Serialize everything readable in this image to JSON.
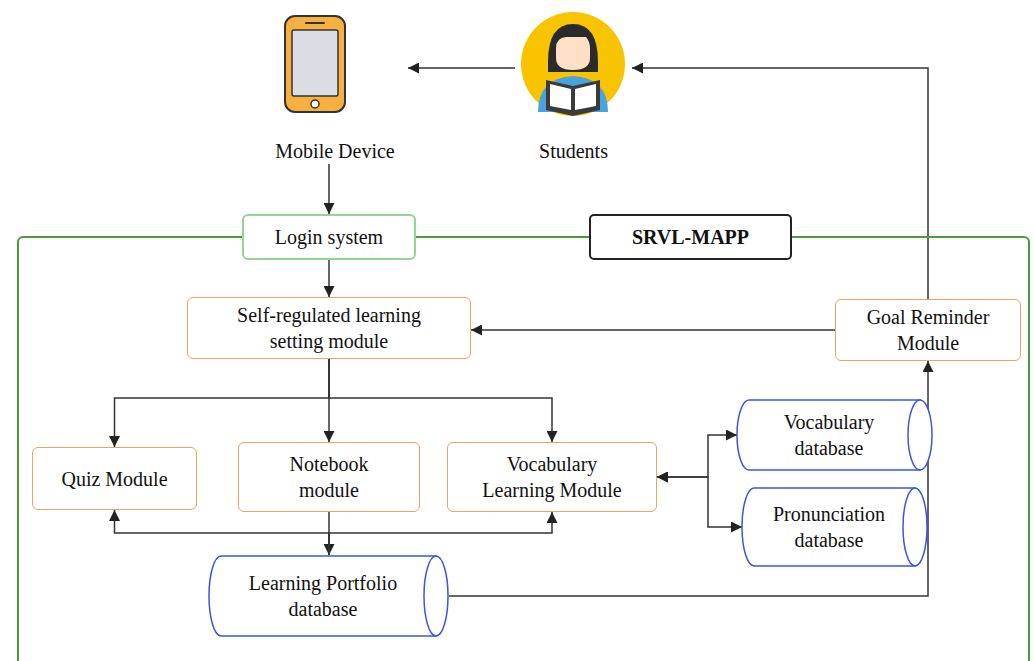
{
  "diagram": {
    "nodes": [
      {
        "text": [
          "Mobile Device"
        ]
      },
      {
        "text": [
          "Students"
        ]
      },
      {
        "text": [
          "SRVL-MAPP"
        ]
      },
      {
        "text": [
          "Login system"
        ],
        "in": 2
      },
      {
        "text": [
          "Self-regulated learning setting module"
        ],
        "in": 2
      },
      {
        "text": [
          "Goal Reminder Module"
        ],
        "in": 2
      },
      {
        "text": [
          "Quiz Module"
        ],
        "in": 2
      },
      {
        "text": [
          "Notebook module"
        ],
        "in": 2
      },
      {
        "text": [
          "Vocabulary Learning Module"
        ],
        "in": 2
      },
      {
        "text": [
          "Vocabulary database"
        ],
        "in": 2
      },
      {
        "text": [
          "Pronunciation database"
        ],
        "in": 2
      },
      {
        "text": [
          "Learning Portfolio database"
        ],
        "in": 2
      }
    ],
    "edges": [
      {
        "from": 1,
        "to": 0,
        "arrow": "to"
      },
      {
        "from": 0,
        "to": 3,
        "arrow": "to"
      },
      {
        "from": 3,
        "to": 4,
        "arrow": "to"
      },
      {
        "from": 4,
        "to": 6,
        "arrow": "to"
      },
      {
        "from": 4,
        "to": 7,
        "arrow": "to"
      },
      {
        "from": 4,
        "to": 8,
        "arrow": "to"
      },
      {
        "from": 5,
        "to": 4,
        "arrow": "to"
      },
      {
        "from": 5,
        "to": 1,
        "arrow": "to"
      },
      {
        "from": 8,
        "to": 9,
        "arrow": "both"
      },
      {
        "from": 8,
        "to": 10,
        "arrow": "both"
      },
      {
        "from": 7,
        "to": 11,
        "arrow": "to"
      },
      {
        "from": 11,
        "to": 6,
        "arrow": "to"
      },
      {
        "from": 11,
        "to": 8,
        "arrow": "to"
      },
      {
        "from": 11,
        "to": 5,
        "arrow": "to"
      }
    ]
  }
}
